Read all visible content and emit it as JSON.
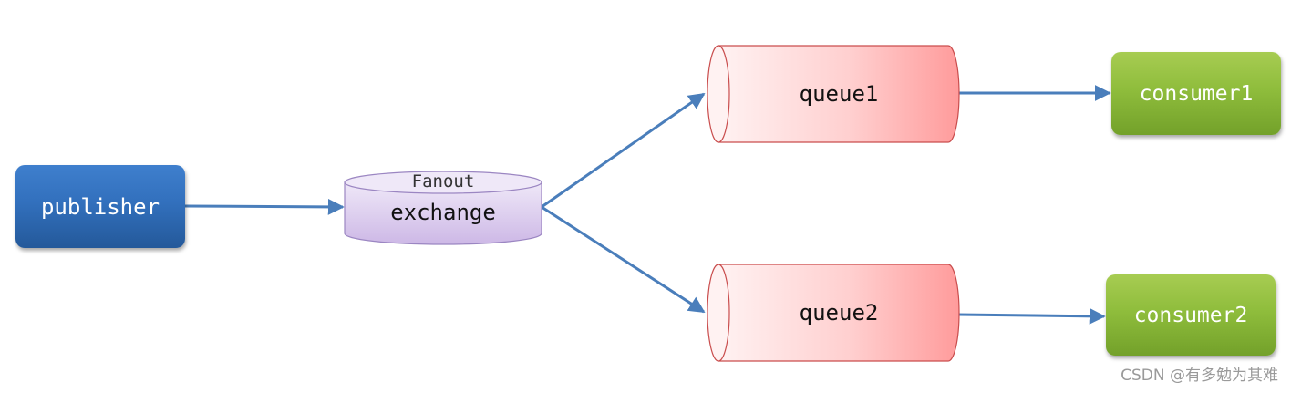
{
  "diagram": {
    "publisher": {
      "label": "publisher",
      "color": "#3270bd"
    },
    "exchange": {
      "type_label": "Fanout",
      "label": "exchange",
      "color": "#dcd0ee"
    },
    "queues": [
      {
        "label": "queue1",
        "color": "#ff9e9e"
      },
      {
        "label": "queue2",
        "color": "#ff9e9e"
      }
    ],
    "consumers": [
      {
        "label": "consumer1",
        "color": "#8fbd3c"
      },
      {
        "label": "consumer2",
        "color": "#8fbd3c"
      }
    ],
    "edges": [
      {
        "from": "publisher",
        "to": "exchange"
      },
      {
        "from": "exchange",
        "to": "queue1"
      },
      {
        "from": "exchange",
        "to": "queue2"
      },
      {
        "from": "queue1",
        "to": "consumer1"
      },
      {
        "from": "queue2",
        "to": "consumer2"
      }
    ],
    "arrow_color": "#4a7ebb"
  },
  "watermark": "CSDN @有多勉为其难"
}
